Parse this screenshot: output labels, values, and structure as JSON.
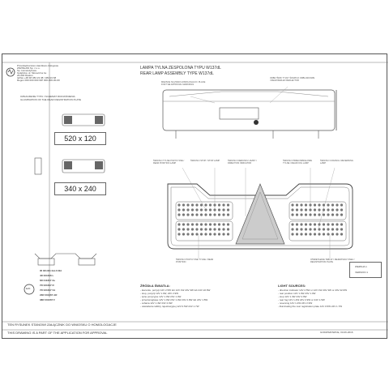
{
  "company": {
    "lines": [
      "Przedsiębiorstwo Handlowo-Usługowe",
      "ZDZISŁAW Sp. z o.o.",
      "Sp. komandytowa",
      "Gołębiów, ul. Słoneczna 1a",
      "26-600 Radom",
      "tel/fax +48 48 384 23 38 / 384 23 68",
      "Regon 000 000 000 NIP 000-000-00-00"
    ]
  },
  "title": {
    "pl": "LAMPA TYLNA ZESPOLONA TYPU W137dL",
    "en": "REAR LAMP ASSEMBLY TYPE W137dL"
  },
  "left_panel": {
    "note_line1": "OZNACZENIE TYPU I SCHEMAT ROZJAŚNIENIA",
    "note_line2": "ILLUMINATION OF THE REAR REGISTRATION PLATE",
    "dim1": "520 x 120",
    "dim2": "340 x 240"
  },
  "approvals": {
    "codes": [
      "IR 021401 Ext.6 IIIA",
      "4R 001666 L",
      "6R 011667 2a",
      "7R 021667 R",
      "7R 021667 S1",
      "23R 001667 AR",
      "38R 001667 F"
    ],
    "e_mark": "E20"
  },
  "footer": {
    "pl": "TEN RYSUNEK STANOWI ZAŁĄCZNIK DO WNIOSKU O HOMOLOGACJE",
    "en": "THIS DRAWING IS A PART OF THE APPLICATION FOR APPROVAL",
    "place_date": "GODZISZOWICE, 03-06-2016"
  },
  "version": {
    "pl": "WERSJA 1",
    "en": "VERSION 1"
  },
  "sources_pl": {
    "heading": "ŹRÓDŁA ŚWIATŁA:",
    "items": [
      "- kierunku, pozycji 12V 2.5W lub 12V 1W 24V 3W lub 24V 22.6W",
      "- stop, pozycji 12V 1.4W, 24V 2.9W",
      "- tylne pozycyjne 12V 1.4W 24V 1.4W",
      "- przeciwmgłowe 12V 1.4W 24V 1.4W 24V 2.9W lub 24V 1.5W",
      "- cofania 12V 1.4W 24V 2.9W",
      "- oświetlenie tablicy rejestracyjnej 12V 0.5W 24V 1.7W"
    ]
  },
  "sources_en": {
    "heading": "LIGHT SOURCES:",
    "items": [
      "- direction indicator 12V 2.5W or 12V 1W 24V 3W or 24V 22.6W",
      "- rear position 12V 1.4W 24V 1.4W",
      "- stop 12V 1.4W 24V 2.9W",
      "- rear fog 12V 1.4W 24V 2.9W or 24V 1.5W",
      "- reversing 12V 1.4W 24V 2.9W",
      "- illuminating the rear registration plate 12V 0.5W 24V 1.7W"
    ]
  },
  "callouts": {
    "top_left": "MIEJSCE NA ZNAKI HOMOLOGACJI / PLACE FOR THE APPROVAL MARKINGS",
    "top_right": "ODBŁYŚNIK TYLNY ŚWIATŁO ODBLASKOWE / REAR REFLEX REFLECTOR",
    "mid_1": "ŚWIATŁO TYLNE POZYCYJNE / REAR POSITION LAMP",
    "mid_2": "ŚWIATŁO STOP / STOP LAMP",
    "mid_3": "ŚWIATŁO KIERUNKU JAZDY / DIRECTION INDICATOR",
    "mid_4": "ŚWIATŁO PRZECIWMGŁOWE TYLNE / REAR FOG LAMP",
    "mid_5": "ŚWIATŁO COFANIA / REVERSING LAMP",
    "bottom_left": "ŚWIATŁO POZYCYJNE TYLNE / REAR POSITION",
    "bottom_right": "OŚWIETLENIE TABLICY REJESTRACYJNEJ / REGISTRATION PLATE"
  },
  "colors": {
    "line": "#555555",
    "led": "#777777",
    "reflector": "#999999"
  }
}
